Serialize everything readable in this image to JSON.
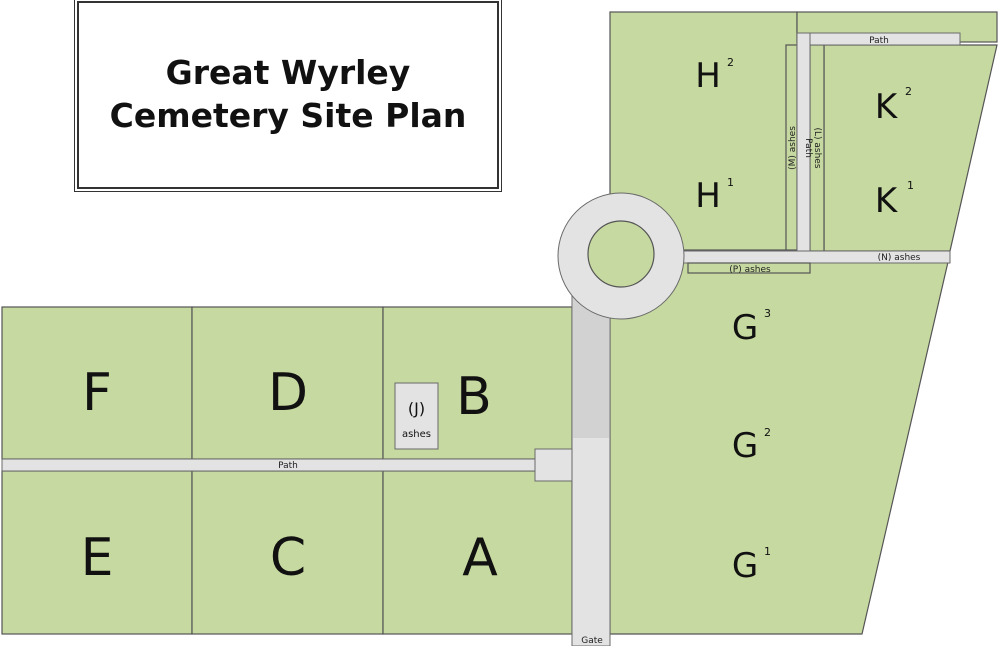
{
  "title": {
    "line1": "Great Wyrley",
    "line2": "Cemetery Site Plan"
  },
  "sections": {
    "A": "A",
    "B": "B",
    "C": "C",
    "D": "D",
    "E": "E",
    "F": "F",
    "G": "G",
    "H": "H",
    "K": "K",
    "G1": "1",
    "G2": "2",
    "G3": "3",
    "H1": "1",
    "H2": "2",
    "K1": "1",
    "K2": "2"
  },
  "ashes_plot": {
    "label": "(J)",
    "sub": "ashes"
  },
  "path_labels": {
    "main_path": "Path",
    "top_path": "Path",
    "vertical_path": "Path",
    "m_ashes": "(M) ashes",
    "l_ashes": "(L) ashes",
    "p_ashes": "(P) ashes",
    "n_ashes": "(N) ashes",
    "gate": "Gate"
  },
  "colors": {
    "plot_fill": "#c6d9a0",
    "path_fill": "#e3e3e3",
    "border": "#555555"
  }
}
